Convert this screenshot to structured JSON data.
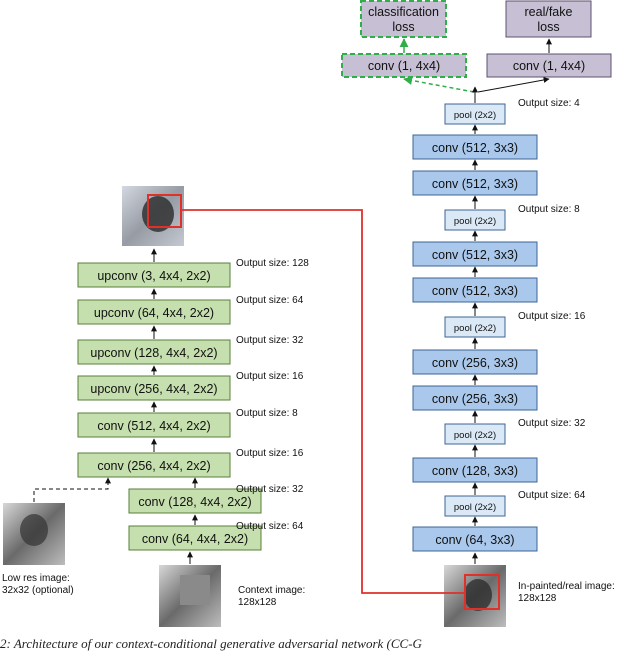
{
  "colors": {
    "green_fill": "#c6dfae",
    "green_stroke": "#5a7f3a",
    "blue_fill": "#a9c8ec",
    "blue_stroke": "#3d6496",
    "pool_fill": "#dbe9f7",
    "purple_fill": "#c7bfd3",
    "purple_stroke": "#5e5070",
    "highlight_green": "#2fae4a",
    "red_line": "#e0302a"
  },
  "generator": {
    "blocks": [
      {
        "label": "upconv (3, 4x4, 2x2)",
        "output": "Output size: 128"
      },
      {
        "label": "upconv (64, 4x4, 2x2)",
        "output": "Output size: 64"
      },
      {
        "label": "upconv (128, 4x4, 2x2)",
        "output": "Output size: 32"
      },
      {
        "label": "upconv (256, 4x4, 2x2)",
        "output": "Output size: 16"
      },
      {
        "label": "conv (512, 4x4, 2x2)",
        "output": "Output size: 8"
      },
      {
        "label": "conv (256, 4x4, 2x2)",
        "output": "Output size: 16"
      },
      {
        "label": "conv (128, 4x4, 2x2)",
        "output": "Output size: 32"
      },
      {
        "label": "conv (64, 4x4, 2x2)",
        "output": "Output size: 64"
      }
    ],
    "context_label_line1": "Context image:",
    "context_label_line2": "128x128",
    "lowres_label_line1": "Low res image:",
    "lowres_label_line2": "32x32 (optional)"
  },
  "discriminator": {
    "heads": {
      "classification_line1": "classification",
      "classification_line2": "loss",
      "realfake_line1": "real/fake",
      "realfake_line2": "loss",
      "conv_left": "conv (1, 4x4)",
      "conv_right": "conv (1, 4x4)"
    },
    "layers": [
      {
        "label": "pool (2x2)",
        "kind": "pool",
        "output": "Output size: 4"
      },
      {
        "label": "conv (512, 3x3)",
        "kind": "conv",
        "output": ""
      },
      {
        "label": "conv (512, 3x3)",
        "kind": "conv",
        "output": ""
      },
      {
        "label": "pool (2x2)",
        "kind": "pool",
        "output": "Output size: 8"
      },
      {
        "label": "conv (512, 3x3)",
        "kind": "conv",
        "output": ""
      },
      {
        "label": "conv (512, 3x3)",
        "kind": "conv",
        "output": ""
      },
      {
        "label": "pool (2x2)",
        "kind": "pool",
        "output": "Output size: 16"
      },
      {
        "label": "conv (256, 3x3)",
        "kind": "conv",
        "output": ""
      },
      {
        "label": "conv (256, 3x3)",
        "kind": "conv",
        "output": ""
      },
      {
        "label": "pool (2x2)",
        "kind": "pool",
        "output": "Output size: 32"
      },
      {
        "label": "conv (128, 3x3)",
        "kind": "conv",
        "output": ""
      },
      {
        "label": "pool (2x2)",
        "kind": "pool",
        "output": "Output size: 64"
      },
      {
        "label": "conv (64, 3x3)",
        "kind": "conv",
        "output": ""
      }
    ],
    "input_label_line1": "In-painted/real image:",
    "input_label_line2": "128x128"
  },
  "caption": "2: Architecture of our context-conditional generative adversarial network (CC-G"
}
